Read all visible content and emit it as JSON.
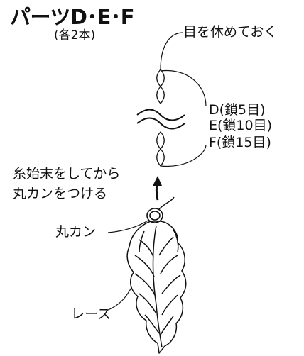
{
  "diagram": {
    "title": "パーツD･E･F",
    "subtitle": "(各2本)",
    "notes": {
      "rest_stitch": "目を休めておく",
      "tie_and_ring_line1": "糸始末をしてから",
      "tie_and_ring_line2": "丸カンをつける",
      "jump_ring": "丸カン",
      "lace": "レース"
    },
    "parts": [
      {
        "label": "D(鎖5目)"
      },
      {
        "label": "E(鎖10目)"
      },
      {
        "label": "F(鎖15目)"
      }
    ]
  }
}
